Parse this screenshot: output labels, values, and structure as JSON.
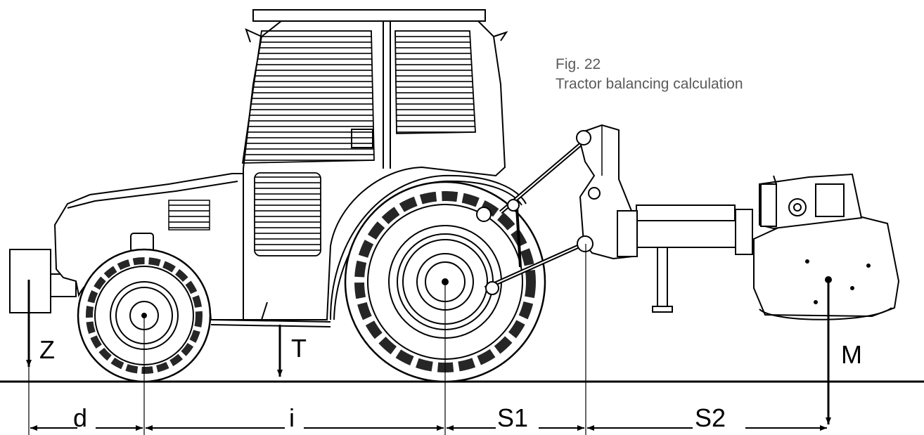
{
  "caption": {
    "figure": "Fig. 22",
    "title": "Tractor balancing calculation"
  },
  "forces": {
    "z": "Z",
    "t": "T",
    "m": "M"
  },
  "dimensions": {
    "d": "d",
    "i": "i",
    "s1": "S1",
    "s2": "S2"
  }
}
